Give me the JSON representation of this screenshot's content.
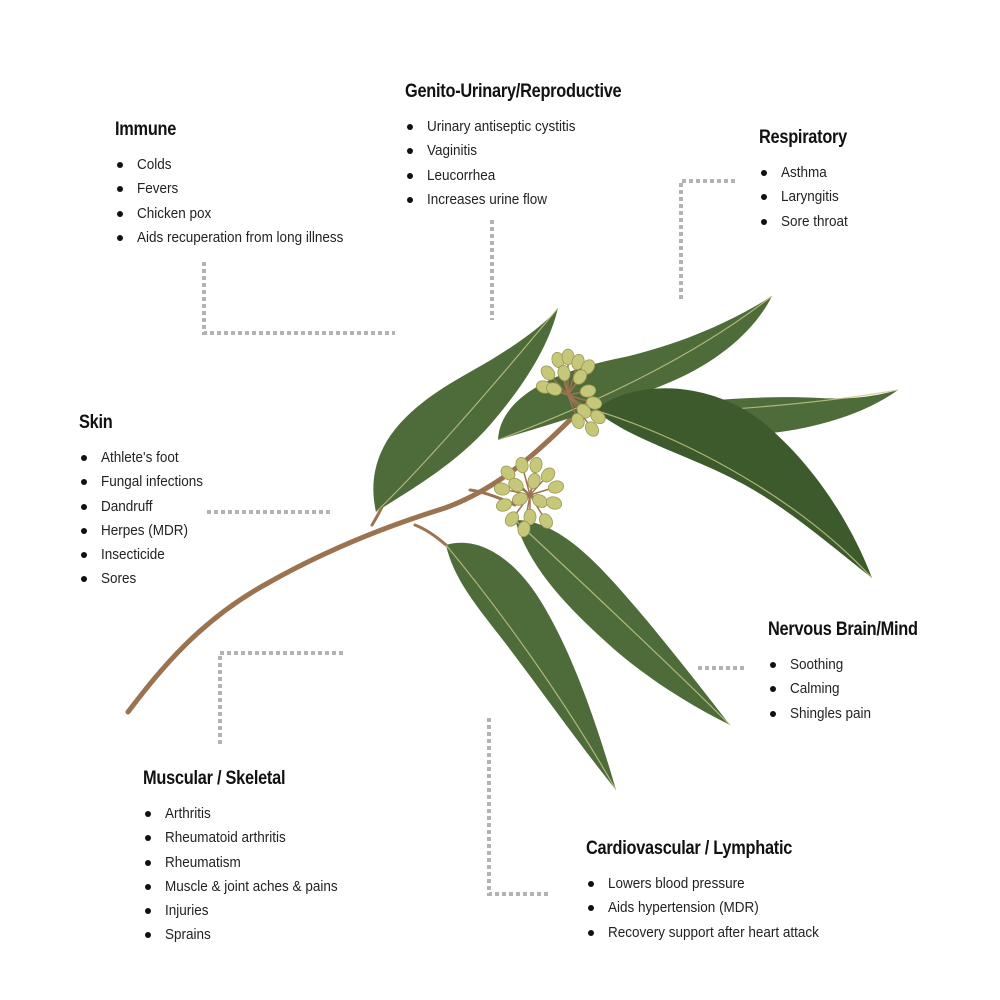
{
  "colors": {
    "connector": "#b3b3b3",
    "leaf": "#4e6b3a",
    "leaf_dark": "#3d5a2c",
    "midrib": "#c9c98a",
    "stem": "#9b7350",
    "bud": "#c7c77a",
    "text": "#222222",
    "heading": "#111111"
  },
  "categories": [
    {
      "id": "immune",
      "title": "Immune",
      "items": [
        "Colds",
        "Fevers",
        "Chicken pox",
        "Aids recuperation from long illness"
      ]
    },
    {
      "id": "genito",
      "title": "Genito-Urinary/Reproductive",
      "items": [
        "Urinary antiseptic cystitis",
        "Vaginitis",
        "Leucorrhea",
        "Increases urine flow"
      ]
    },
    {
      "id": "respiratory",
      "title": "Respiratory",
      "items": [
        "Asthma",
        "Laryngitis",
        "Sore throat"
      ]
    },
    {
      "id": "skin",
      "title": "Skin",
      "items": [
        "Athlete's foot",
        "Fungal infections",
        "Dandruff",
        "Herpes (MDR)",
        "Insecticide",
        "Sores"
      ]
    },
    {
      "id": "nervous",
      "title": "Nervous Brain/Mind",
      "items": [
        "Soothing",
        "Calming",
        "Shingles pain"
      ]
    },
    {
      "id": "muscular",
      "title": "Muscular / Skeletal",
      "items": [
        "Arthritis",
        "Rheumatoid arthritis",
        "Rheumatism",
        "Muscle & joint aches & pains",
        "Injuries",
        "Sprains"
      ]
    },
    {
      "id": "cardio",
      "title": "Cardiovascular / Lymphatic",
      "items": [
        "Lowers blood pressure",
        "Aids hypertension (MDR)",
        "Recovery support after heart attack"
      ]
    }
  ]
}
